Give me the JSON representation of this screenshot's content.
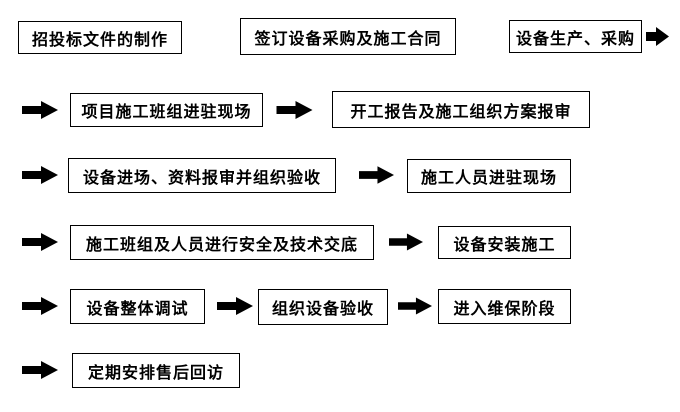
{
  "flowchart": {
    "type": "flowchart",
    "background_color": "#ffffff",
    "box_border_color": "#000000",
    "box_fill_color": "#ffffff",
    "text_color": "#000000",
    "arrow_color": "#000000",
    "arrow_glyph": "right-block-arrow",
    "rows": [
      {
        "boxes": [
          "招投标文件的制作",
          "签订设备采购及施工合同",
          "设备生产、采购"
        ],
        "trailing_arrow": true
      },
      {
        "leading_arrow": true,
        "boxes": [
          "项目施工班组进驻现场",
          "开工报告及施工组织方案报审"
        ]
      },
      {
        "leading_arrow": true,
        "boxes": [
          "设备进场、资料报审并组织验收",
          "施工人员进驻现场"
        ]
      },
      {
        "leading_arrow": true,
        "boxes": [
          "施工班组及人员进行安全及技术交底",
          "设备安装施工"
        ]
      },
      {
        "leading_arrow": true,
        "boxes": [
          "设备整体调试",
          "组织设备验收",
          "进入维保阶段"
        ]
      },
      {
        "leading_arrow": true,
        "boxes": [
          "定期安排售后回访"
        ]
      }
    ]
  }
}
